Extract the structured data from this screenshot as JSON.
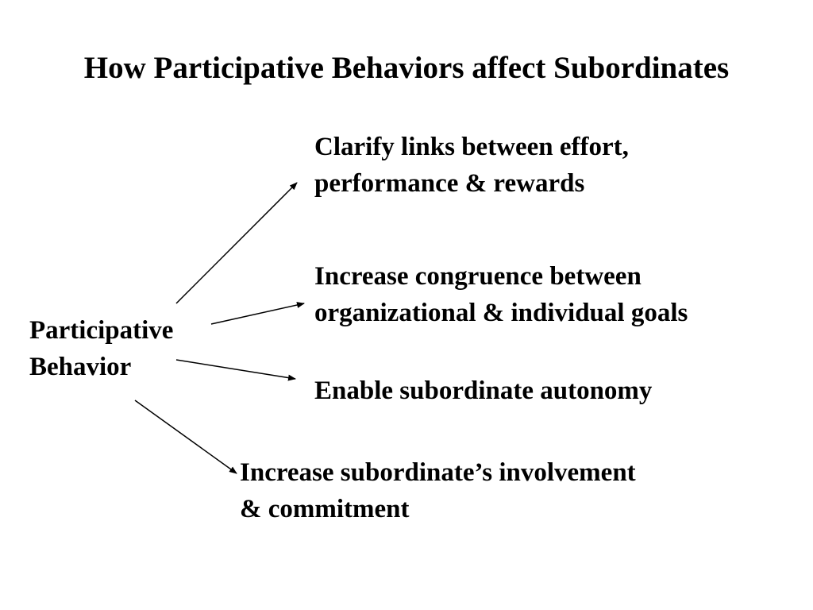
{
  "title": "How Participative Behaviors affect Subordinates",
  "source": {
    "lines": [
      "Participative",
      "Behavior"
    ]
  },
  "outcomes": [
    {
      "lines": [
        "Clarify links between effort,",
        "performance & rewards"
      ]
    },
    {
      "lines": [
        "Increase congruence between",
        "organizational & individual goals"
      ]
    },
    {
      "lines": [
        "Enable subordinate autonomy"
      ]
    },
    {
      "lines": [
        "Increase subordinate’s involvement",
        "& commitment"
      ]
    }
  ],
  "colors": {
    "text": "#000000",
    "arrow": "#000000",
    "background": "#ffffff"
  }
}
